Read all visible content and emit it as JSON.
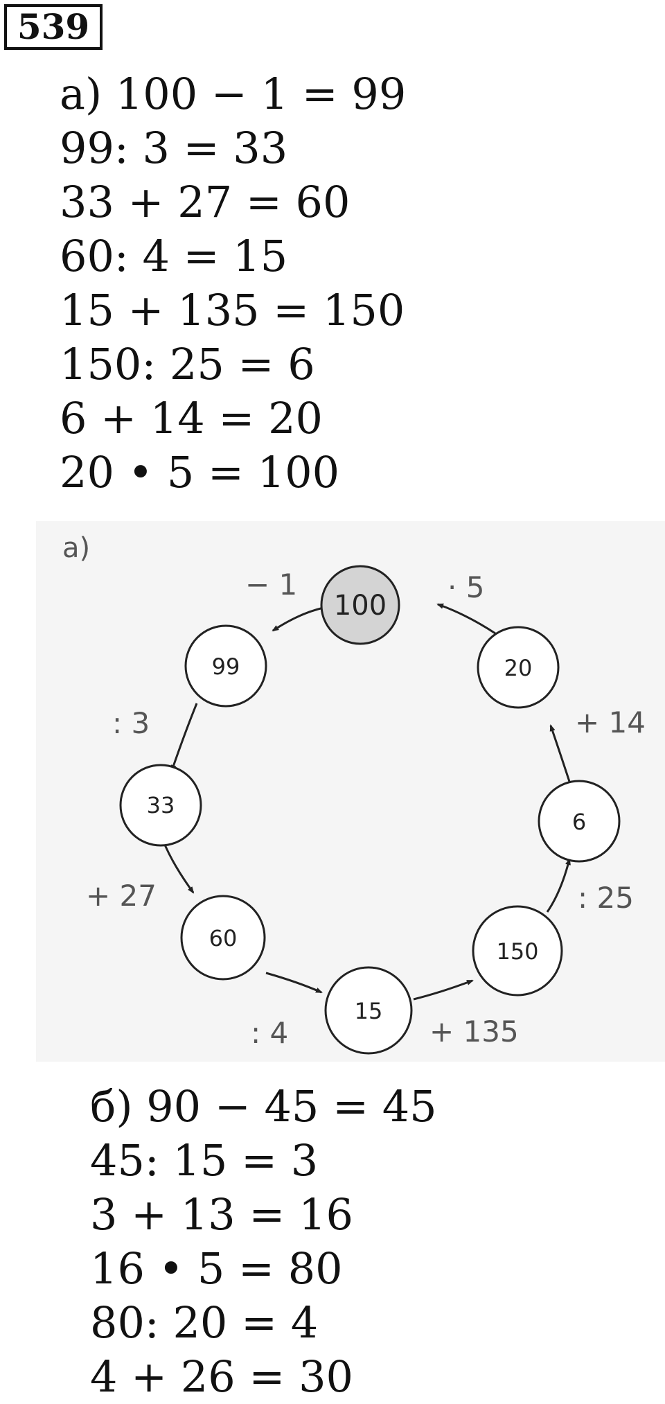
{
  "problem_number": "539",
  "part_a": {
    "equations": [
      "а) 100 − 1 = 99",
      "99: 3 = 33",
      "33 + 27 = 60",
      "60: 4 = 15",
      "15 + 135 = 150",
      "150: 25 = 6",
      "6 + 14 = 20",
      "20 • 5 = 100"
    ]
  },
  "diagram": {
    "label": "а)",
    "nodes": [
      {
        "value": "100",
        "highlighted": true
      },
      {
        "value": "99"
      },
      {
        "value": "33"
      },
      {
        "value": "60"
      },
      {
        "value": "15"
      },
      {
        "value": "150"
      },
      {
        "value": "6"
      },
      {
        "value": "20"
      }
    ],
    "operations": [
      {
        "from": "100",
        "to": "99",
        "label": "− 1"
      },
      {
        "from": "99",
        "to": "33",
        "label": ": 3"
      },
      {
        "from": "33",
        "to": "60",
        "label": "+ 27"
      },
      {
        "from": "60",
        "to": "15",
        "label": ": 4"
      },
      {
        "from": "15",
        "to": "150",
        "label": "+ 135"
      },
      {
        "from": "150",
        "to": "6",
        "label": ": 25"
      },
      {
        "from": "6",
        "to": "20",
        "label": "+ 14"
      },
      {
        "from": "20",
        "to": "100",
        "label": "· 5"
      }
    ],
    "colors": {
      "highlight_fill": "#d4d4d4",
      "node_fill": "#ffffff",
      "stroke": "#222222",
      "background": "#f5f5f5"
    }
  },
  "part_b": {
    "equations": [
      "б) 90 − 45 = 45",
      "45: 15 = 3",
      "3 + 13 = 16",
      "16 • 5 = 80",
      "80: 20 = 4",
      "4 + 26 = 30"
    ]
  }
}
